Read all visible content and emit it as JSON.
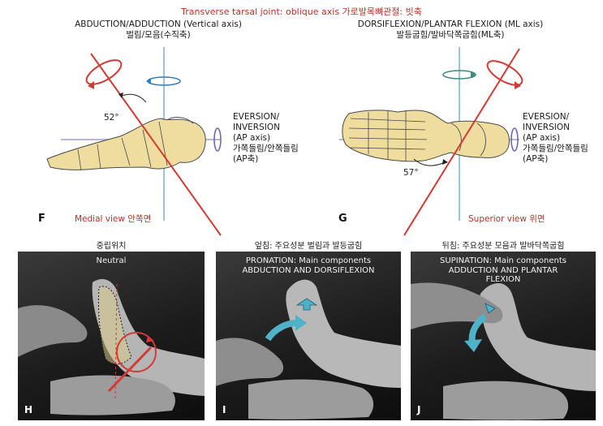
{
  "header": {
    "title": "Transverse tarsal joint: oblique axis 가로발목뼈관절: 빗축"
  },
  "panel_f": {
    "axis_title": "ABDUCTION/ADDUCTION (Vertical axis)",
    "axis_title_kr": "벌림/모음(수직축)",
    "angle": "52°",
    "side_label_lines": [
      "EVERSION/",
      "INVERSION",
      "(AP axis)",
      "가쪽들림/안쪽들림",
      "(AP축)"
    ],
    "letter": "F",
    "view": "Medial view 안쪽면"
  },
  "panel_g": {
    "axis_title": "DORSIFLEXION/PLANTAR FLEXION (ML axis)",
    "axis_title_kr": "발등굽힘/발바닥쪽굽힘(ML축)",
    "angle": "57°",
    "side_label_lines": [
      "EVERSION/",
      "INVERSION",
      "(AP axis)",
      "가쪽들림/안쪽들림",
      "(AP축)"
    ],
    "letter": "G",
    "view": "Superior view 위면"
  },
  "panel_h": {
    "title": "중립위치",
    "caption": "Neutral",
    "letter": "H"
  },
  "panel_i": {
    "title": "엎침: 주요성분 벌림과 발등굽힘",
    "caption_lines": [
      "PRONATION: Main components",
      "ABDUCTION AND DORSIFLEXION"
    ],
    "letter": "I"
  },
  "panel_j": {
    "title": "뒤침: 주요성분 모음과 발바닥쪽굽힘",
    "caption_lines": [
      "SUPINATION: Main components",
      "ADDUCTION AND PLANTAR",
      "FLEXION"
    ],
    "letter": "J"
  },
  "colors": {
    "oblique_axis": "#d23a33",
    "vertical_axis": "#9ec3df",
    "ap_axis": "#b9b4da",
    "rotation_blue": "#2f7fbf",
    "rotation_teal": "#3b8c7c",
    "bone_fill": "#eedd9e",
    "bone_outline": "#4a4a4a",
    "red_text": "#b8322b",
    "photo_arrow": "#4fb2c8"
  }
}
